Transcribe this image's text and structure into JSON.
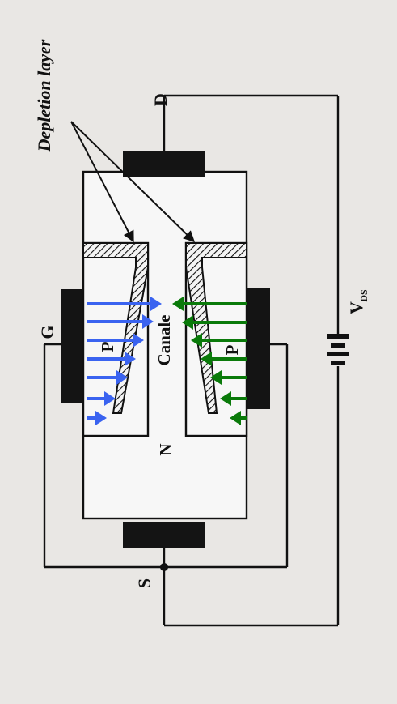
{
  "labels": {
    "depletion": "Depletion layer",
    "drain": "D",
    "gate": "G",
    "source": "S",
    "vds": "V",
    "vds_sub": "DS",
    "channel": "Canale",
    "p_left": "P",
    "p_right": "P",
    "n_region": "N"
  },
  "colors": {
    "ink": "#111111",
    "paper": "#e9e7e4",
    "blue_arrows": "#3a63f0",
    "green_arrows": "#0a7a0a"
  }
}
